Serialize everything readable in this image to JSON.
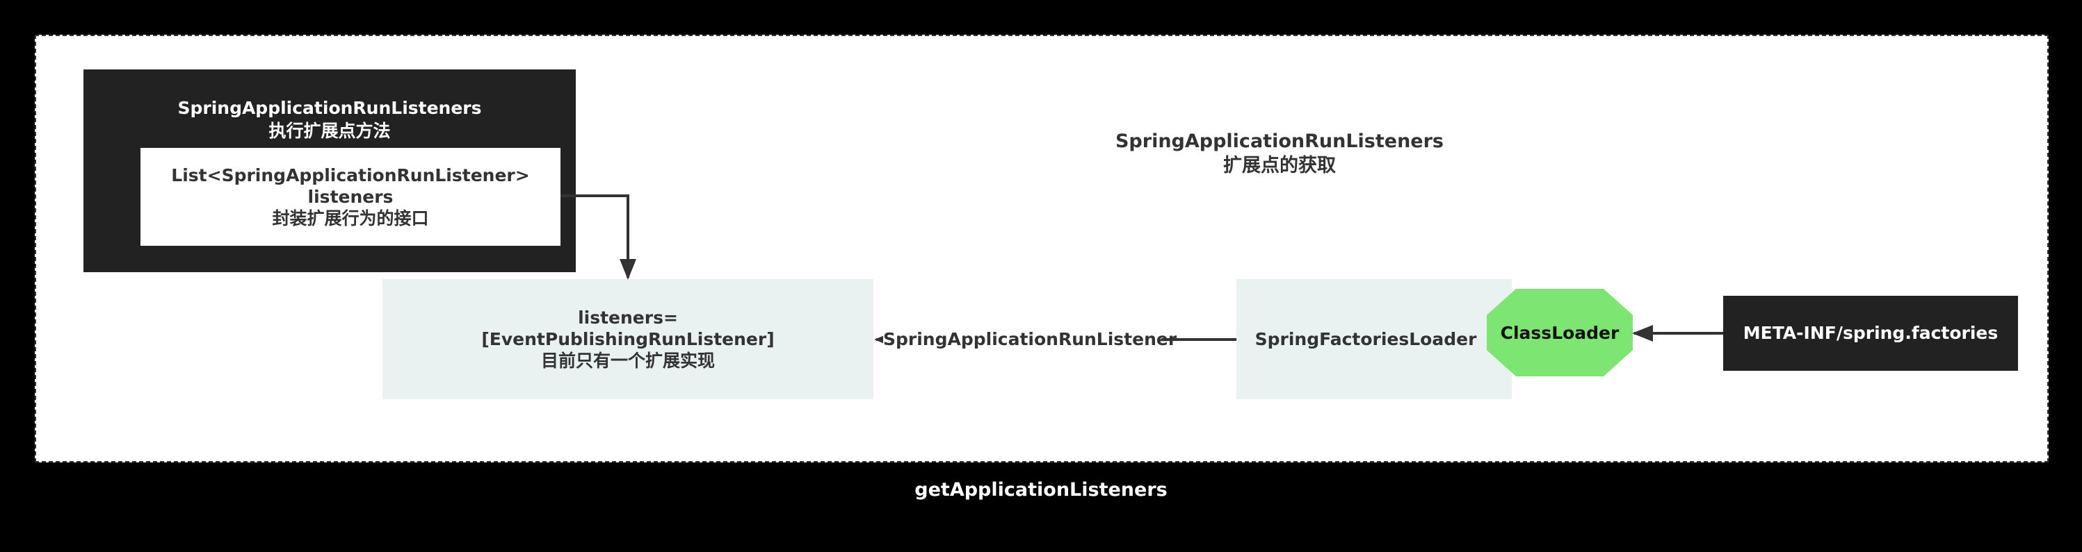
{
  "panel": {
    "title_line1": "SpringApplicationRunListeners",
    "title_line2": "执行扩展点方法",
    "inner_line1": "List<SpringApplicationRunListener>",
    "inner_line2": "listeners",
    "inner_line3": "封装扩展行为的接口"
  },
  "heading": {
    "line1": "SpringApplicationRunListeners",
    "line2": "扩展点的获取"
  },
  "listeners_node": {
    "line1": "listeners=",
    "line2": "[EventPublishingRunListener]",
    "line3": "目前只有一个扩展实现"
  },
  "edge_label": "SpringApplicationRunListener",
  "loader_node": "SpringFactoriesLoader",
  "classloader_node": "ClassLoader",
  "meta_node": "META-INF/spring.factories",
  "caption": "getApplicationListeners",
  "colors": {
    "background": "#000000",
    "canvas": "#ffffff",
    "dark_node": "#222222",
    "light_node": "#e9f1f1",
    "classloader": "#7de672",
    "edge": "#333333"
  }
}
